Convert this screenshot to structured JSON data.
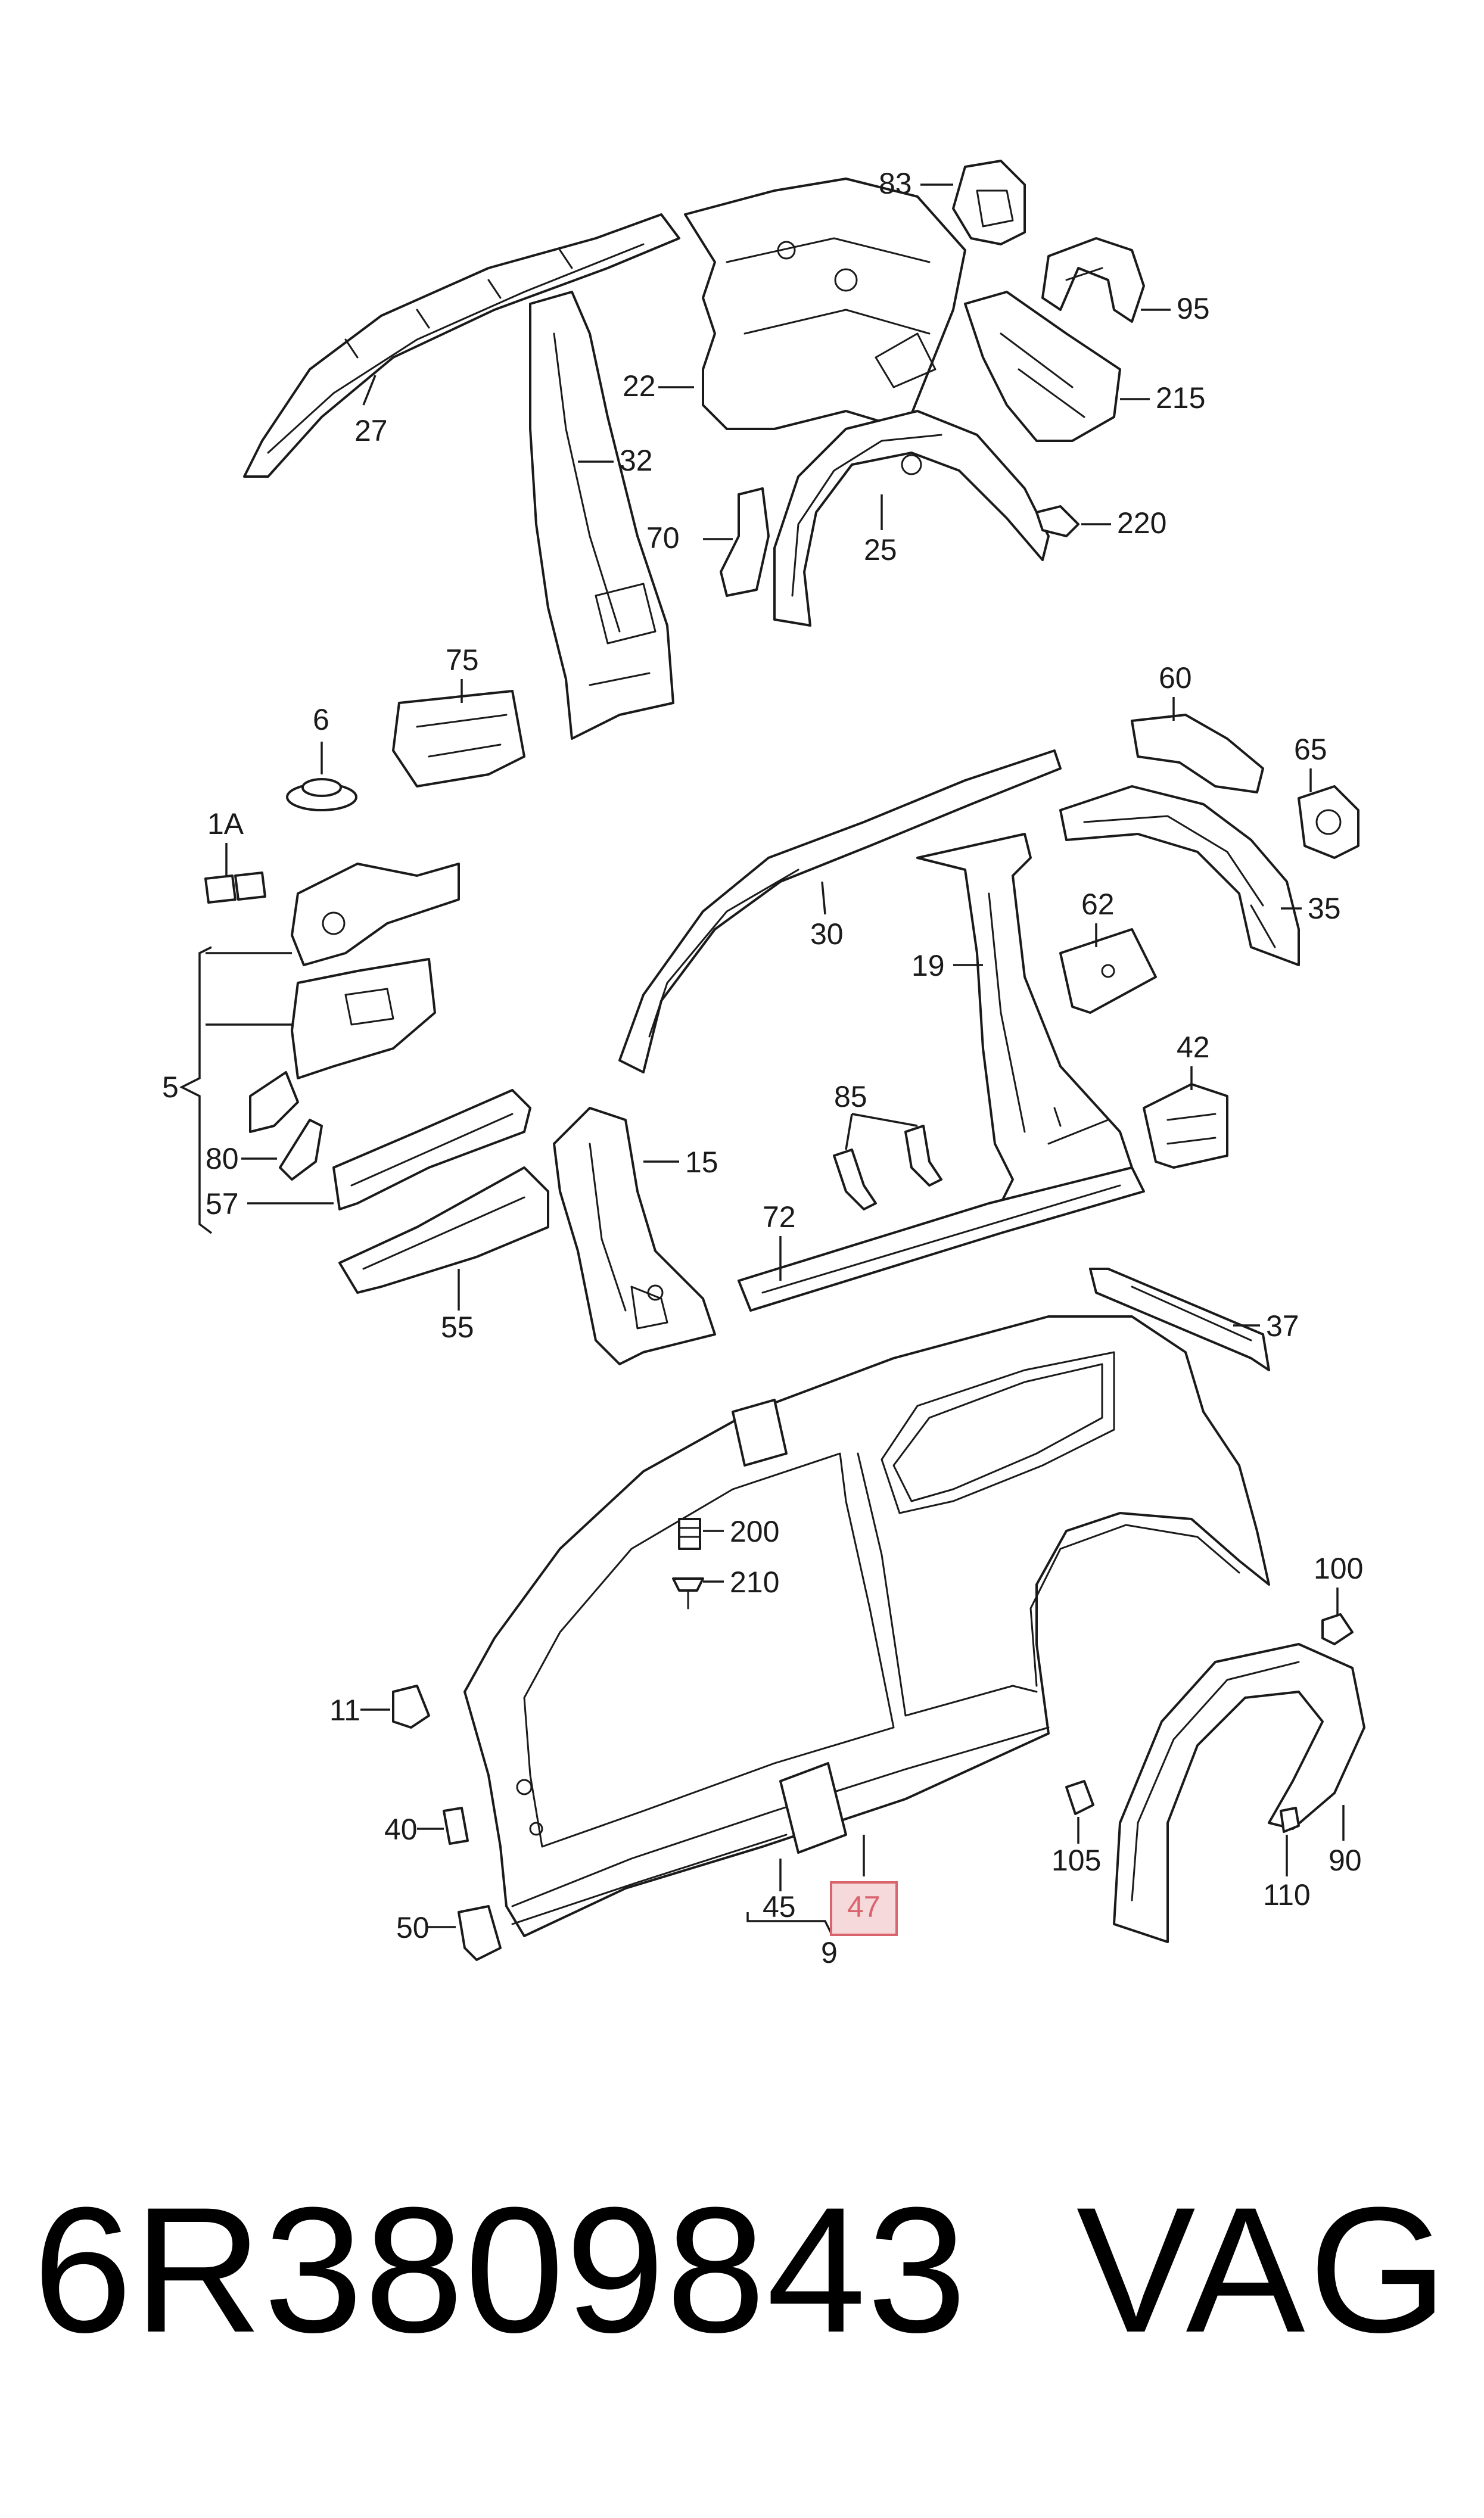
{
  "labels": {
    "l83": "83",
    "l95": "95",
    "l215": "215",
    "l22": "22",
    "l27": "27",
    "l32": "32",
    "l70": "70",
    "l25": "25",
    "l220": "220",
    "l75": "75",
    "l6": "6",
    "l60": "60",
    "l65": "65",
    "l35": "35",
    "l1A": "1A",
    "l30": "30",
    "l19": "19",
    "l62": "62",
    "l5": "5",
    "l42": "42",
    "l85": "85",
    "l80": "80",
    "l15": "15",
    "l57": "57",
    "l72": "72",
    "l55": "55",
    "l37": "37",
    "l200": "200",
    "l210": "210",
    "l100": "100",
    "l11": "11",
    "l40": "40",
    "l105": "105",
    "l90": "90",
    "l45": "45",
    "l47": "47",
    "l50": "50",
    "l9": "9",
    "l110": "110"
  },
  "highlighted_part": "47",
  "footer": {
    "part_number": "6R3809843",
    "brand": "VAG"
  },
  "colors": {
    "line": "#1a1a1a",
    "highlight_fill": "#f6d9db",
    "highlight_stroke": "#d9646e"
  }
}
